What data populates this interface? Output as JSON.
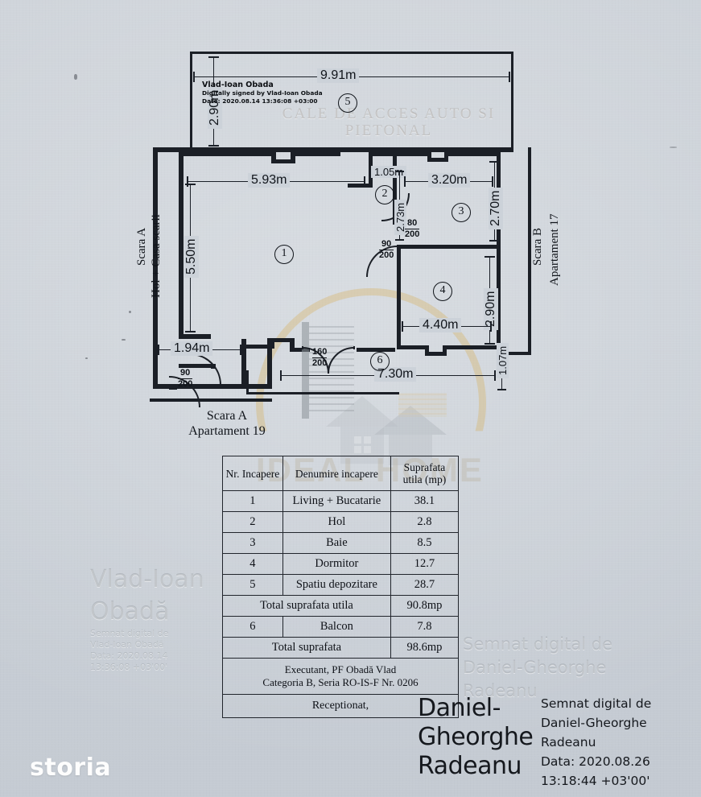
{
  "document": {
    "type": "floor-plan-scan",
    "background_color": "#ccd2d9",
    "ink_color": "#10141a"
  },
  "plan": {
    "dimensions": {
      "top_width": "9.91m",
      "top_height": "2.90m",
      "living_width": "5.93m",
      "living_height": "5.50m",
      "hall_width": "1.05m",
      "hall_height": "2.73m",
      "bath_width": "3.20m",
      "bath_height": "2.70m",
      "bedroom_width": "4.40m",
      "bedroom_height": "2.90m",
      "entry_width": "1.94m",
      "balcony_width": "7.30m",
      "balcony_depth": "1.07m"
    },
    "room_markers": [
      "1",
      "2",
      "3",
      "4",
      "5",
      "6"
    ],
    "doors": [
      {
        "name": "door-living-entry",
        "width": "90",
        "height": "200"
      },
      {
        "name": "door-hall-bath",
        "width": "80",
        "height": "200"
      },
      {
        "name": "door-hall-bedroom",
        "width": "90",
        "height": "200"
      },
      {
        "name": "door-balcony",
        "width": "160",
        "height": "200"
      },
      {
        "name": "door-stair-a",
        "width": "90",
        "height": "200"
      }
    ],
    "labels": {
      "left_stair": "Scara A",
      "left_hall": "Hol + Casa scarii",
      "right_stair": "Scara B",
      "right_apartment": "Apartament 17",
      "bottom_stair": "Scara A",
      "bottom_apartment": "Apartament 19",
      "access_watermark_line1": "CALE DE ACCES AUTO SI",
      "access_watermark_line2": "PIETONAL"
    },
    "signature_stamp": {
      "name": "Vlad-Ioan Obada",
      "signed_by": "Digitally signed by Vlad-Ioan Obada",
      "date": "Date: 2020.08.14 13:36:08 +03:00"
    }
  },
  "table": {
    "headers": [
      "Nr. Incapere",
      "Denumire incapere",
      "Suprafata utila (mp)"
    ],
    "header_area_line1": "Suprafata",
    "header_area_line2": "utila (mp)",
    "rows": [
      {
        "nr": "1",
        "name": "Living + Bucatarie",
        "area": "38.1"
      },
      {
        "nr": "2",
        "name": "Hol",
        "area": "2.8"
      },
      {
        "nr": "3",
        "name": "Baie",
        "area": "8.5"
      },
      {
        "nr": "4",
        "name": "Dormitor",
        "area": "12.7"
      },
      {
        "nr": "5",
        "name": "Spatiu depozitare",
        "area": "28.7"
      }
    ],
    "total_usable_label": "Total suprafata utila",
    "total_usable_value": "90.8mp",
    "balcony": {
      "nr": "6",
      "name": "Balcon",
      "area": "7.8"
    },
    "total_label": "Total suprafata",
    "total_value": "98.6mp",
    "executant_line1": "Executant, PF Obadă Vlad",
    "executant_line2": "Categoria B, Seria RO-IS-F Nr. 0206",
    "receptionat_label": "Receptionat,"
  },
  "signature": {
    "big_line1": "Daniel-",
    "big_line2": "Gheorghe",
    "big_line3": "Radeanu",
    "detail_line1": "Semnat digital de",
    "detail_line2": "Daniel-Gheorghe",
    "detail_line3": "Radeanu",
    "detail_line4": "Data: 2020.08.26",
    "detail_line5": "13:18:44 +03'00'"
  },
  "watermarks": {
    "ideal_home": "IDEAL HOME",
    "storia": "storia",
    "ghost_vlad_name1": "Vlad-Ioan",
    "ghost_vlad_name2": "Obadă",
    "ghost_vlad_small1": "Semnat digital de",
    "ghost_vlad_small2": "Vlad-Ioan Obadă",
    "ghost_vlad_small3": "Data: 2020.08.14",
    "ghost_vlad_small4": "13:36:08 +03'00'",
    "ghost_dan1": "Semnat digital de",
    "ghost_dan2": "Daniel-Gheorghe",
    "ghost_dan3": "Radeanu"
  }
}
